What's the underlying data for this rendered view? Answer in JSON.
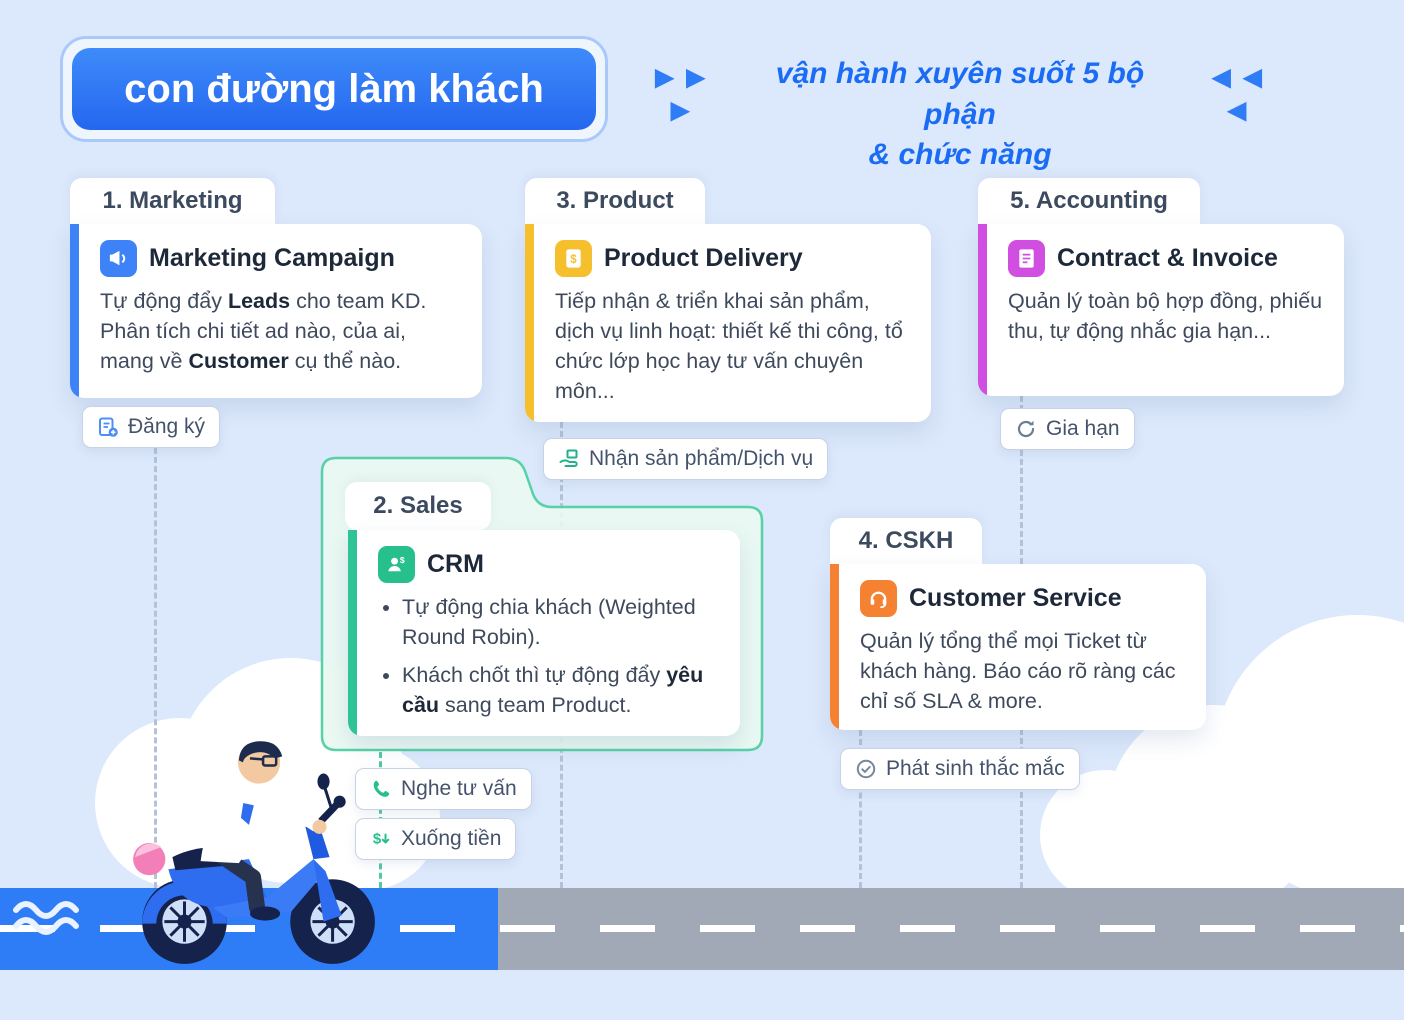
{
  "header": {
    "title": "con đường làm khách",
    "left_arrows": "▶ ▶ ▶",
    "right_arrows": "◀ ◀ ◀",
    "subtitle_line1": "vận hành xuyên suốt 5 bộ phận",
    "subtitle_line2": "& chức năng"
  },
  "departments": {
    "marketing": {
      "tab": "1. Marketing",
      "card_title": "Marketing Campaign",
      "icon": "megaphone-icon",
      "accent_color": "#3D82F7",
      "description": [
        {
          "t": "Tự động đẩy "
        },
        {
          "t": "Leads",
          "b": true
        },
        {
          "t": " cho team KD. Phân tích chi tiết ad nào, của ai, mang về "
        },
        {
          "t": "Customer",
          "b": true
        },
        {
          "t": " cụ thể nào."
        }
      ],
      "action_label": "Đăng ký",
      "action_icon": "register-document-icon"
    },
    "sales": {
      "tab": "2. Sales",
      "card_title": "CRM",
      "icon": "crm-user-dollar-icon",
      "accent_color": "#2EC495",
      "bullets": [
        {
          "segments": [
            {
              "t": "Tự động chia khách (Weighted Round Robin)."
            }
          ]
        },
        {
          "segments": [
            {
              "t": "Khách chốt thì tự động đẩy "
            },
            {
              "t": "yêu cầu",
              "b": true
            },
            {
              "t": " sang team Product."
            }
          ]
        }
      ],
      "actions": [
        {
          "label": "Nghe tư vấn",
          "icon": "phone-icon"
        },
        {
          "label": "Xuống tiền",
          "icon": "money-down-icon"
        }
      ]
    },
    "product": {
      "tab": "3. Product",
      "card_title": "Product Delivery",
      "icon": "invoice-dollar-icon",
      "accent_color": "#F6BF2E",
      "description": "Tiếp nhận & triển khai sản phẩm, dịch vụ linh hoạt: thiết kế thi công, tổ chức lớp học hay tư vấn chuyên môn...",
      "action_label": "Nhận sản phẩm/Dịch vụ",
      "action_icon": "hand-receive-icon"
    },
    "cskh": {
      "tab": "4. CSKH",
      "card_title": "Customer Service",
      "icon": "headset-icon",
      "accent_color": "#F58232",
      "description": "Quản lý tổng thể mọi Ticket từ khách hàng. Báo cáo rõ ràng các chỉ số SLA & more.",
      "action_label": "Phát sinh thắc mắc",
      "action_icon": "check-circle-icon"
    },
    "accounting": {
      "tab": "5. Accounting",
      "card_title": "Contract & Invoice",
      "icon": "contract-document-icon",
      "accent_color": "#D14FE0",
      "description": "Quản lý toàn bộ hợp đồng, phiếu thu, tự động nhắc gia hạn...",
      "action_label": "Gia hạn",
      "action_icon": "renew-icon"
    }
  },
  "colors": {
    "background": "#DCE8FB",
    "title_blue": "#2F7DF6",
    "road_gray": "#A2A9B6",
    "road_blue": "#2F7DF6",
    "connector_gray": "#B4C2D8",
    "connector_green": "#4ECBA2"
  }
}
